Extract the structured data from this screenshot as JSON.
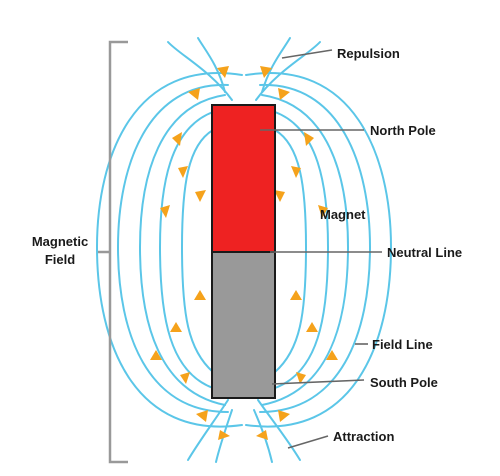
{
  "labels": {
    "repulsion": "Repulsion",
    "north_pole": "North Pole",
    "magnet": "Magnet",
    "neutral_line": "Neutral Line",
    "field_line": "Field Line",
    "south_pole": "South Pole",
    "attraction": "Attraction",
    "magnetic_field_line1": "Magnetic",
    "magnetic_field_line2": "Field"
  },
  "colors": {
    "north": "#ee2222",
    "south": "#999999",
    "field_line": "#5bc6e8",
    "arrow": "#f5a21b",
    "bracket": "#999999",
    "leader": "#666666",
    "outline": "#1a1a1a"
  }
}
